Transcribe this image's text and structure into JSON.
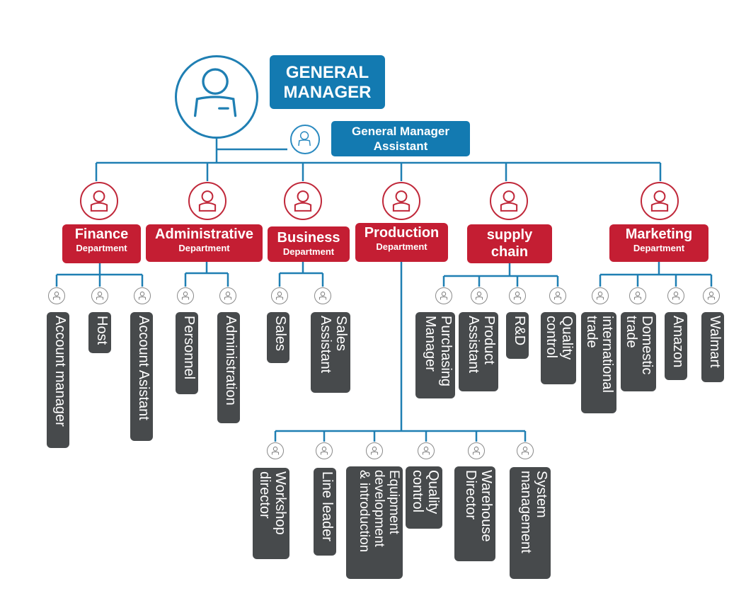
{
  "general_manager": {
    "title": "GENERAL\nMANAGER",
    "icon": "user-icon"
  },
  "assistant": {
    "title": "General Manager\nAssistant",
    "icon": "user-icon"
  },
  "colors": {
    "manager_blue": "#137ab1",
    "department_red": "#c41e33",
    "role_gray": "#474a4c"
  },
  "departments": [
    {
      "name": "Finance",
      "sub": "Department",
      "roles": [
        "Account manager",
        "Host",
        "Account Asistant"
      ]
    },
    {
      "name": "Administrative",
      "sub": "Department",
      "roles": [
        "Personnel",
        "Administration"
      ]
    },
    {
      "name": "Business",
      "sub": "Department",
      "roles": [
        "Sales",
        "Sales\nAssistant"
      ]
    },
    {
      "name": "Production",
      "sub": "Department",
      "roles": [
        "Workshop\ndirector",
        "Line leader",
        "Equipment\ndevelopment\n& introduction",
        "Quality\ncontrol",
        "Warehouse\nDirector",
        "System\nmanagement"
      ]
    },
    {
      "name": "supply\nchain",
      "sub": "",
      "roles": [
        "Purchasing\nManager",
        "Product\nAssistant",
        "R&D",
        "Quality\ncontrol"
      ]
    },
    {
      "name": "Marketing",
      "sub": "Department",
      "roles": [
        "international\ntrade",
        "Domestic\ntrade",
        "Amazon",
        "Walmart"
      ]
    }
  ]
}
